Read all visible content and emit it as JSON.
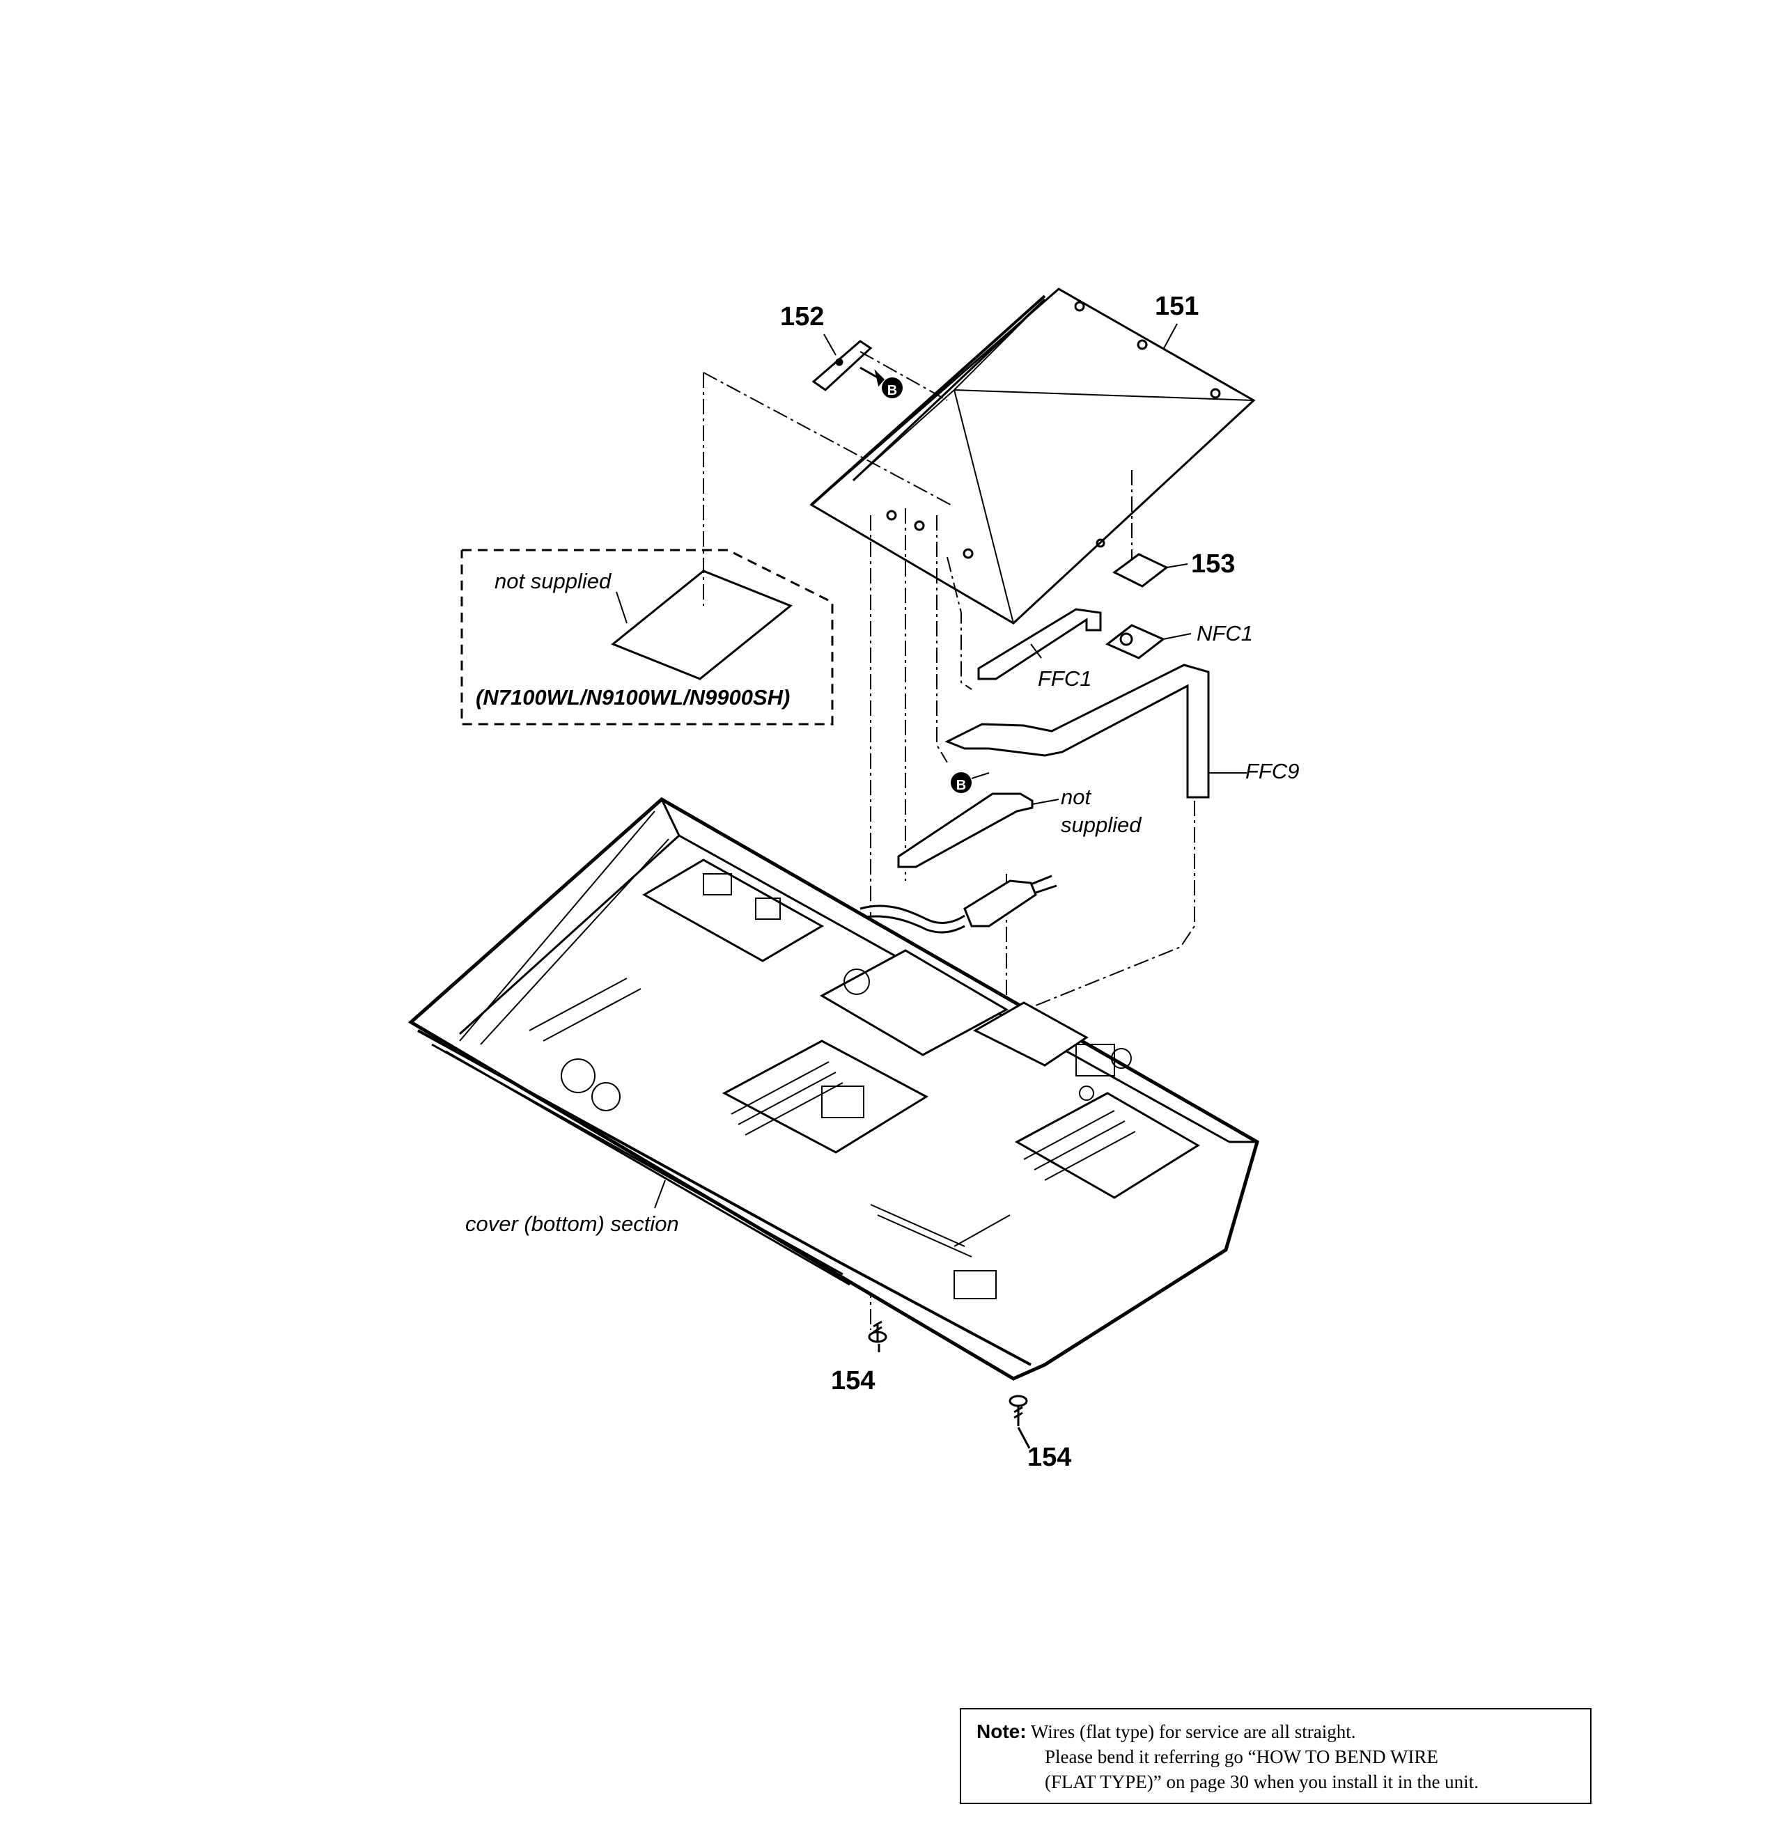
{
  "parts": {
    "p151": "151",
    "p152": "152",
    "p153": "153",
    "p154a": "154",
    "p154b": "154"
  },
  "labels": {
    "nfc1": "NFC1",
    "ffc1": "FFC1",
    "ffc9": "FFC9",
    "not_supplied_box": "not supplied",
    "models": "(N7100WL/N9100WL/N9900SH)",
    "not_supplied_wire_1": "not",
    "not_supplied_wire_2": "supplied",
    "cover_section": "cover (bottom) section",
    "ref_b": "B"
  },
  "note": {
    "head": "Note:",
    "line1": "Wires (flat type) for service are all straight.",
    "line2": "Please bend it referring go “HOW TO BEND WIRE",
    "line3": "(FLAT TYPE)” on page 30 when you install it in the unit."
  }
}
